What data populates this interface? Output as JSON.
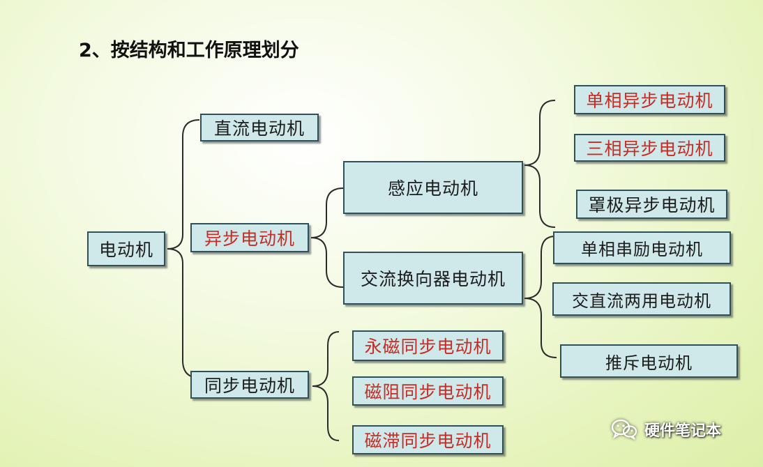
{
  "title": "2、按结构和工作原理划分",
  "nodes": {
    "root": "电动机",
    "dc": "直流电动机",
    "async": "异步电动机",
    "sync": "同步电动机",
    "induction": "感应电动机",
    "ac_commutator": "交流换向器电动机",
    "single_phase_async": "单相异步电动机",
    "three_phase_async": "三相异步电动机",
    "shaded_pole_async": "罩极异步电动机",
    "single_phase_series": "单相串励电动机",
    "universal": "交直流两用电动机",
    "repulsion": "推斥电动机",
    "pm_sync": "永磁同步电动机",
    "reluctance_sync": "磁阻同步电动机",
    "hysteresis_sync": "磁滞同步电动机"
  },
  "colors": {
    "node_fill": "#cfe8ea",
    "node_border": "#2f4f5a",
    "red_text": "#c42c24",
    "background": "#e4f3b8"
  },
  "watermark": {
    "icon": "wechat-icon",
    "text": "硬件笔记本"
  }
}
